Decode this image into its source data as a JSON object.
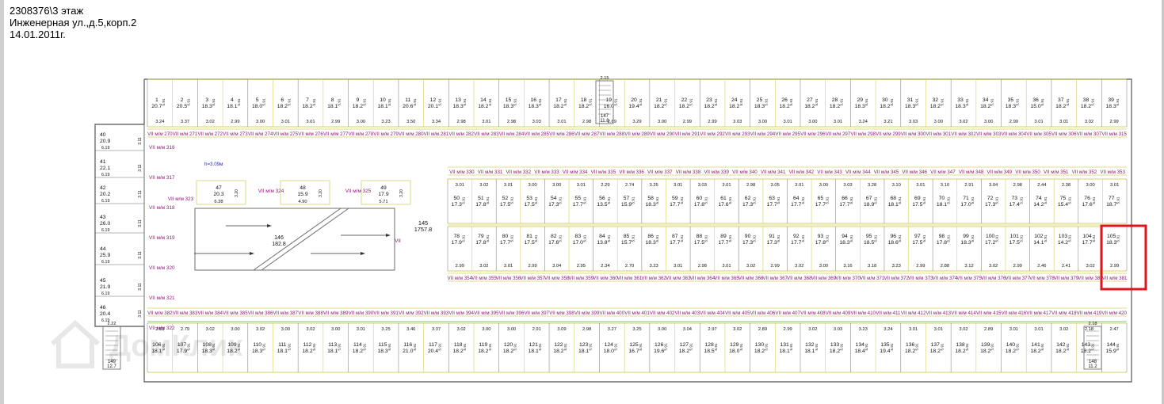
{
  "header": {
    "line1": "2308376\\3 этаж",
    "line2": "Инженерная ул.,д.5,корп.2",
    "line3": "14.01.2011г."
  },
  "watermark": {
    "text": "ДомКлик",
    "icon": "house-icon"
  },
  "colors": {
    "outline": "#6e6e6e",
    "zone": "#d6d16a",
    "label": "#8a1c72",
    "accent": "#2a2aa8",
    "highlight": "#e0141e",
    "divider": "#7fc77f"
  },
  "plan": {
    "height_note": "h=3.09м",
    "center_room": {
      "num": "145",
      "area": "1757.8"
    },
    "ramp_room": {
      "num": "146",
      "area": "182.8"
    },
    "bar_label": "VII",
    "rows": [
      {
        "id": "row-a",
        "numbers": [
          "1",
          "2",
          "3",
          "4",
          "5",
          "6",
          "7",
          "8",
          "9",
          "10",
          "11",
          "12",
          "13",
          "14",
          "15",
          "16",
          "17",
          "18",
          "19",
          "20",
          "21",
          "22",
          "23",
          "24",
          "25",
          "26",
          "27",
          "28",
          "29",
          "30",
          "31",
          "32",
          "33",
          "34",
          "35",
          "36",
          "37",
          "38",
          "39"
        ],
        "areas": [
          "20.7",
          "20.5",
          "18.3",
          "18.1",
          "18.0",
          "18.2",
          "18.2",
          "18.1",
          "18.2",
          "18.1",
          "20.6",
          "20.1",
          "18.3",
          "18.2",
          "18.3",
          "18.3",
          "18.2",
          "18.2",
          "16.0",
          "19.4",
          "18.2",
          "18.2",
          "18.2",
          "18.2",
          "18.3",
          "18.2",
          "18.2",
          "18.2",
          "18.3",
          "18.2",
          "18.3",
          "18.2",
          "18.3",
          "18.2",
          "18.3",
          "15.0",
          "18.2",
          "18.2",
          "18.3"
        ],
        "widths": [
          "3.24",
          "3.37",
          "3.02",
          "2.99",
          "3.00",
          "3.01",
          "3.01",
          "2.99",
          "3.00",
          "3.23",
          "3.50",
          "3.34",
          "2.98",
          "3.01",
          "2.98",
          "3.03",
          "3.01",
          "2.98",
          "2.69",
          "3.29",
          "3.00",
          "2.99",
          "2.99",
          "3.03",
          "3.00",
          "3.01",
          "3.00",
          "3.01",
          "3.24",
          "3.21",
          "3.03",
          "3.00",
          "3.02",
          "3.00",
          "2.99",
          "3.01",
          "3.01",
          "3.02",
          "2.99"
        ],
        "places": [
          "270",
          "271",
          "272",
          "273",
          "274",
          "275",
          "276",
          "277",
          "278",
          "279",
          "280",
          "281",
          "282",
          "283",
          "284",
          "285",
          "286",
          "287",
          "288",
          "289",
          "290",
          "291",
          "292",
          "293",
          "294",
          "295",
          "296",
          "297",
          "298",
          "299",
          "300",
          "301",
          "302",
          "303",
          "304",
          "305",
          "306",
          "307",
          "315"
        ]
      },
      {
        "id": "row-b",
        "numbers": [
          "50",
          "51",
          "52",
          "53",
          "54",
          "55",
          "56",
          "57",
          "58",
          "59",
          "60",
          "61",
          "62",
          "63",
          "64",
          "65",
          "66",
          "67",
          "68",
          "69",
          "70",
          "71",
          "72",
          "73",
          "74",
          "75",
          "76",
          "77"
        ],
        "areas": [
          "17.3",
          "17.8",
          "17.5",
          "17.5",
          "17.3",
          "17.7",
          "13.5",
          "15.9",
          "18.3",
          "17.7",
          "17.8",
          "17.6",
          "17.3",
          "17.7",
          "17.7",
          "17.7",
          "17.7",
          "18.9",
          "18.1",
          "17.5",
          "18.1",
          "17.0",
          "17.3",
          "17.4",
          "14.2",
          "15.4",
          "17.6",
          "18.7"
        ],
        "widths": [
          "3.01",
          "3.02",
          "3.01",
          "3.00",
          "3.00",
          "3.01",
          "2.29",
          "2.74",
          "3.25",
          "3.01",
          "3.03",
          "3.01",
          "2.98",
          "3.05",
          "3.01",
          "3.00",
          "3.03",
          "3.28",
          "3.10",
          "3.01",
          "3.10",
          "2.91",
          "3.04",
          "2.98",
          "2.44",
          "2.38",
          "3.00",
          "3.01"
        ],
        "places": [
          "330",
          "331",
          "332",
          "333",
          "334",
          "335",
          "336",
          "337",
          "338",
          "339",
          "340",
          "341",
          "342",
          "343",
          "344",
          "345",
          "346",
          "347",
          "348",
          "349",
          "350",
          "351",
          "352",
          "353"
        ]
      },
      {
        "id": "row-c",
        "numbers": [
          "78",
          "79",
          "80",
          "81",
          "82",
          "83",
          "84",
          "85",
          "86",
          "87",
          "88",
          "89",
          "90",
          "91",
          "92",
          "93",
          "94",
          "95",
          "96",
          "97",
          "98",
          "99",
          "100",
          "101",
          "102",
          "103",
          "104",
          "105"
        ],
        "areas": [
          "17.9",
          "17.8",
          "17.7",
          "17.5",
          "17.6",
          "17.0",
          "13.8",
          "15.7",
          "18.3",
          "17.7",
          "17.5",
          "17.7",
          "17.3",
          "17.3",
          "17.7",
          "17.8",
          "18.3",
          "18.5",
          "18.6",
          "17.5",
          "17.8",
          "18.3",
          "17.2",
          "17.5",
          "14.1",
          "14.2",
          "17.7",
          "18.3"
        ],
        "widths": [
          "2.99",
          "3.02",
          "3.01",
          "2.99",
          "3.04",
          "2.95",
          "2.34",
          "2.70",
          "3.23",
          "3.01",
          "2.98",
          "3.01",
          "3.02",
          "2.99",
          "3.02",
          "3.00",
          "3.16",
          "3.18",
          "3.23",
          "2.99",
          "2.88",
          "3.12",
          "3.02",
          "2.99",
          "2.46",
          "2.41",
          "3.02",
          "2.99"
        ],
        "places": [
          "354",
          "355",
          "356",
          "357",
          "358",
          "359",
          "360",
          "361",
          "362",
          "363",
          "364",
          "365",
          "366",
          "367",
          "368",
          "369",
          "370",
          "371",
          "372",
          "373",
          "374",
          "375",
          "376",
          "377",
          "378",
          "379",
          "380",
          "381"
        ]
      },
      {
        "id": "row-d",
        "numbers": [
          "106",
          "107",
          "108",
          "109",
          "110",
          "111",
          "112",
          "113",
          "114",
          "115",
          "116",
          "117",
          "118",
          "119",
          "120",
          "121",
          "122",
          "123",
          "124",
          "125",
          "126",
          "127",
          "128",
          "129",
          "130",
          "131",
          "132",
          "133",
          "134",
          "135",
          "136",
          "137",
          "138",
          "139",
          "140",
          "141",
          "142",
          "143",
          "144"
        ],
        "areas": [
          "18.1",
          "17.9",
          "18.3",
          "18.2",
          "18.3",
          "18.1",
          "18.2",
          "18.1",
          "18.2",
          "18.3",
          "21.0",
          "20.4",
          "18.2",
          "18.2",
          "18.2",
          "18.1",
          "18.2",
          "18.1",
          "18.0",
          "16.7",
          "19.6",
          "18.2",
          "18.5",
          "18.0",
          "18.2",
          "18.1",
          "18.1",
          "18.2",
          "18.4",
          "19.4",
          "18.2",
          "18.2",
          "18.2",
          "18.2",
          "18.2",
          "18.2",
          "18.2",
          "18.2",
          "15.9"
        ],
        "widths": [
          "2.83",
          "2.79",
          "3.02",
          "3.00",
          "3.02",
          "3.00",
          "3.02",
          "3.00",
          "3.01",
          "3.25",
          "3.46",
          "3.37",
          "3.02",
          "3.00",
          "3.00",
          "2.91",
          "3.09",
          "2.98",
          "3.27",
          "3.25",
          "3.00",
          "3.04",
          "2.97",
          "3.02",
          "2.89",
          "2.99",
          "3.02",
          "3.03",
          "3.23",
          "3.24",
          "3.01",
          "3.01",
          "3.02",
          "2.89",
          "3.01",
          "3.01",
          "3.02",
          "2.18",
          "2.47"
        ],
        "places": [
          "382",
          "383",
          "384",
          "385",
          "386",
          "387",
          "388",
          "389",
          "390",
          "391",
          "392",
          "393",
          "394",
          "395",
          "396",
          "397",
          "398",
          "399",
          "400",
          "401",
          "402",
          "403",
          "404",
          "405",
          "406",
          "407",
          "408",
          "409",
          "410",
          "411",
          "412",
          "413",
          "414",
          "415",
          "416",
          "417",
          "418",
          "419",
          "420"
        ]
      }
    ],
    "left_rooms": [
      {
        "num": "40",
        "area": "20.9"
      },
      {
        "num": "41",
        "area": "22.1"
      },
      {
        "num": "42",
        "area": "20.2"
      },
      {
        "num": "43",
        "area": "26.0"
      },
      {
        "num": "44",
        "area": "25.9"
      },
      {
        "num": "45",
        "area": "21.9"
      },
      {
        "num": "46",
        "area": "20.4"
      }
    ],
    "left_places": [
      "316",
      "317",
      "318",
      "319",
      "320",
      "321",
      "322"
    ],
    "mid_rooms": [
      {
        "num": "47",
        "area": "20.3",
        "width": "6.38",
        "place": "323"
      },
      {
        "num": "48",
        "area": "15.9",
        "width": "4.90",
        "place": "324"
      },
      {
        "num": "49",
        "area": "17.9",
        "width": "5.71",
        "place": "325"
      }
    ],
    "stairs": [
      {
        "num": "147",
        "area": "11.8",
        "width": "2.15"
      },
      {
        "num": "149",
        "area": "12.7",
        "width": "2.22"
      },
      {
        "num": "148",
        "area": "11.2",
        "width": "2.18"
      }
    ]
  }
}
